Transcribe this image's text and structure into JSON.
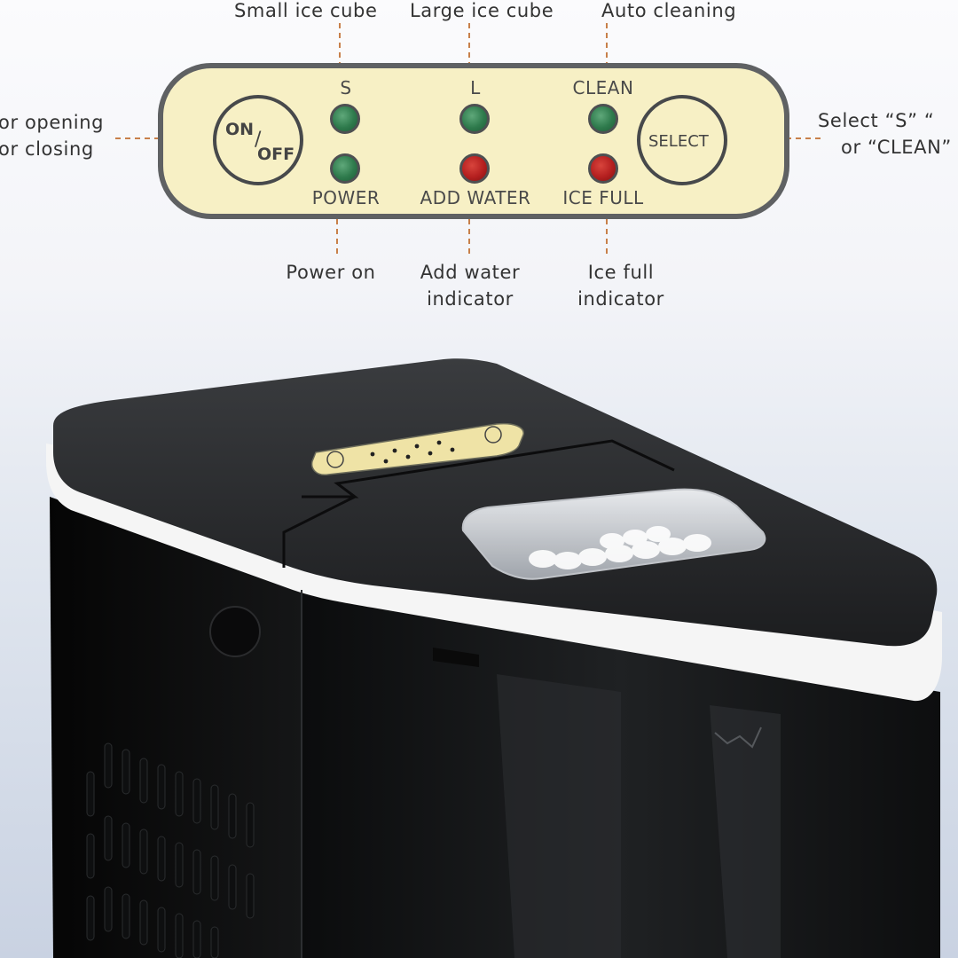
{
  "callouts": {
    "small_ice_cube": "Small ice cube",
    "large_ice_cube": "Large ice cube",
    "auto_cleaning": "Auto cleaning",
    "opening_line1": "or opening",
    "opening_line2": "or closing",
    "select_line1": "Select “S”  “",
    "select_line2": "or “CLEAN”",
    "power_on": "Power on",
    "add_water_line1": "Add water",
    "add_water_line2": "indicator",
    "ice_full_line1": "Ice full",
    "ice_full_line2": "indicator"
  },
  "panel": {
    "on_label": "ON",
    "off_label": "OFF",
    "select_label": "SELECT",
    "top_labels": [
      "S",
      "L",
      "CLEAN"
    ],
    "bottom_labels": [
      "POWER",
      "ADD WATER",
      "ICE FULL"
    ],
    "leds_top": [
      "green",
      "green",
      "green"
    ],
    "leds_bottom": [
      "green",
      "red",
      "red"
    ]
  },
  "colors": {
    "panel_bg": "#f7f0c5",
    "led_green": "#2e7a4c",
    "led_red": "#b41f1f",
    "leader_line": "#c8804a",
    "machine_body": "#141516"
  }
}
